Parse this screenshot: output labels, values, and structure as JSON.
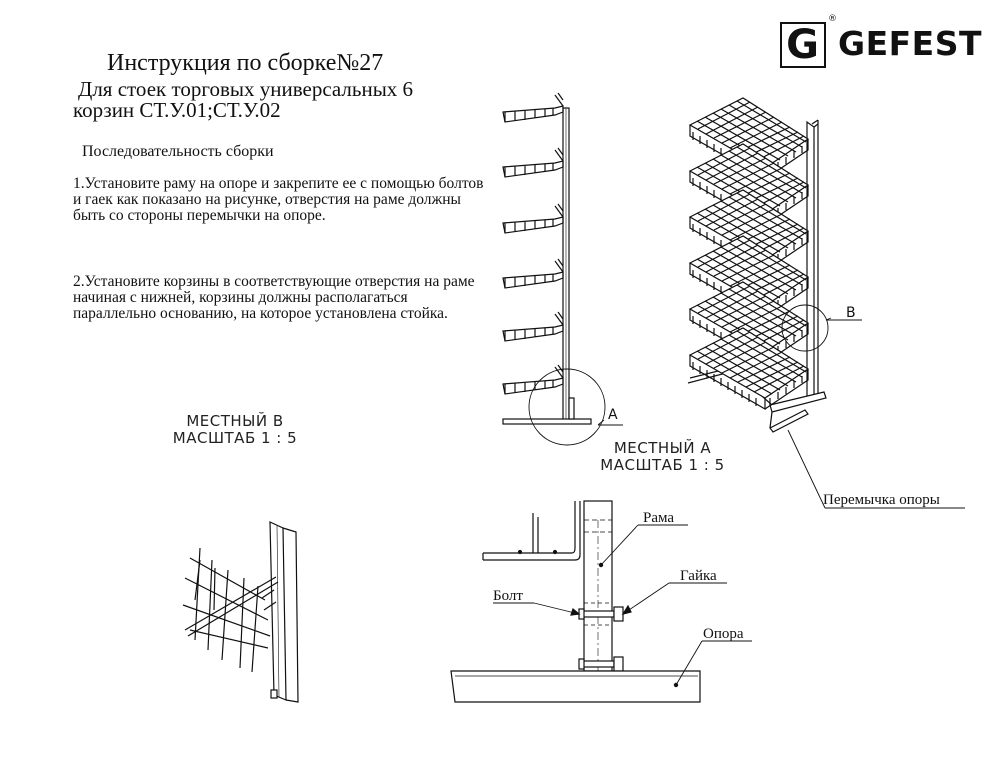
{
  "header": {
    "title": "Инструкция по сборке№27",
    "subtitle_line1": "Для стоек торговых универсальных 6",
    "subtitle_line2": "корзин   СТ.У.01;СТ.У.02"
  },
  "logo": {
    "text": "GEFEST",
    "mark": "G",
    "registered": "®"
  },
  "sequence": {
    "heading": "Последовательность сборки",
    "step1": "1.Установите раму на опоре и закрепите ее с помощью болтов и гаек  как показано на рисунке, отверстия на раме должны быть со стороны перемычки на опоре.",
    "step2": "2.Установите корзины в соответствующие отверстия на раме начиная с нижней, корзины должны располагаться параллельно основанию, на которое установлена стойка."
  },
  "drawing": {
    "detail_b": {
      "line1": "МЕСТНЫЙ В",
      "line2": "МАСШТАБ 1 : 5"
    },
    "detail_a": {
      "line1": "МЕСТНЫЙ А",
      "line2": "МАСШТАБ 1 : 5"
    },
    "marker_a": "A",
    "marker_b": "B",
    "labels": {
      "frame": "Рама",
      "nut": "Гайка",
      "bolt": "Болт",
      "support": "Опора",
      "support_bridge": "Перемычка опоры"
    }
  }
}
